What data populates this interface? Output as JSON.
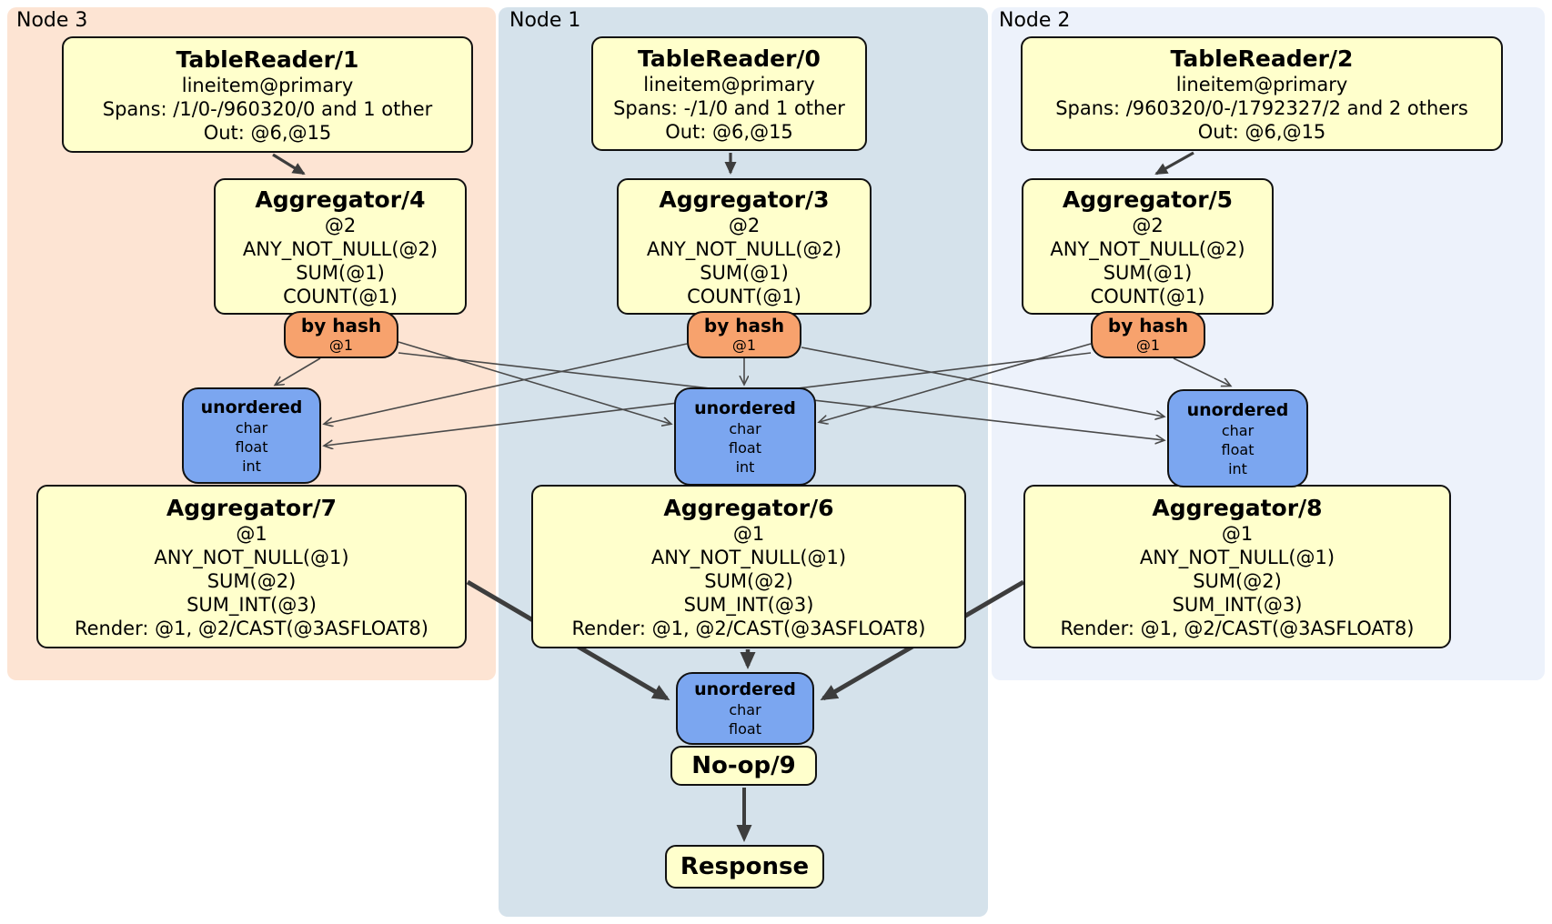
{
  "diagram": {
    "regions": {
      "node3": {
        "label": "Node 3",
        "bg": "#fde4d3"
      },
      "node1": {
        "label": "Node 1",
        "bg": "#d5e2eb"
      },
      "node2": {
        "label": "Node 2",
        "bg": "#edf2fb"
      }
    },
    "procs": {
      "tr1": {
        "title": "TableReader/1",
        "lines": [
          "lineitem@primary",
          "Spans: /1/0-/960320/0 and 1 other",
          "Out: @6,@15"
        ]
      },
      "tr0": {
        "title": "TableReader/0",
        "lines": [
          "lineitem@primary",
          "Spans: -/1/0 and 1 other",
          "Out: @6,@15"
        ]
      },
      "tr2": {
        "title": "TableReader/2",
        "lines": [
          "lineitem@primary",
          "Spans: /960320/0-/1792327/2 and 2 others",
          "Out: @6,@15"
        ]
      },
      "agg4": {
        "title": "Aggregator/4",
        "lines": [
          "@2",
          "ANY_NOT_NULL(@2)",
          "SUM(@1)",
          "COUNT(@1)"
        ]
      },
      "agg3": {
        "title": "Aggregator/3",
        "lines": [
          "@2",
          "ANY_NOT_NULL(@2)",
          "SUM(@1)",
          "COUNT(@1)"
        ]
      },
      "agg5": {
        "title": "Aggregator/5",
        "lines": [
          "@2",
          "ANY_NOT_NULL(@2)",
          "SUM(@1)",
          "COUNT(@1)"
        ]
      },
      "agg7": {
        "title": "Aggregator/7",
        "lines": [
          "@1",
          "ANY_NOT_NULL(@1)",
          "SUM(@2)",
          "SUM_INT(@3)",
          "Render: @1, @2/CAST(@3ASFLOAT8)"
        ]
      },
      "agg6": {
        "title": "Aggregator/6",
        "lines": [
          "@1",
          "ANY_NOT_NULL(@1)",
          "SUM(@2)",
          "SUM_INT(@3)",
          "Render: @1, @2/CAST(@3ASFLOAT8)"
        ]
      },
      "agg8": {
        "title": "Aggregator/8",
        "lines": [
          "@1",
          "ANY_NOT_NULL(@1)",
          "SUM(@2)",
          "SUM_INT(@3)",
          "Render: @1, @2/CAST(@3ASFLOAT8)"
        ]
      },
      "noop": {
        "title": "No-op/9"
      },
      "response": {
        "title": "Response"
      }
    },
    "routers": {
      "r3": {
        "title": "by hash",
        "detail": "@1"
      },
      "r1": {
        "title": "by hash",
        "detail": "@1"
      },
      "r2": {
        "title": "by hash",
        "detail": "@1"
      }
    },
    "syncs": {
      "s3": {
        "title": "unordered",
        "lines": [
          "char",
          "float",
          "int"
        ]
      },
      "s1": {
        "title": "unordered",
        "lines": [
          "char",
          "float",
          "int"
        ]
      },
      "s2": {
        "title": "unordered",
        "lines": [
          "char",
          "float",
          "int"
        ]
      },
      "sc": {
        "title": "unordered",
        "lines": [
          "char",
          "float"
        ]
      }
    },
    "colors": {
      "processor_fill": "#ffffcc",
      "router_fill": "#f7a26d",
      "sync_fill": "#7ba6f0",
      "edge": "#4a4a4a",
      "node3_bg": "#fde4d3",
      "node1_bg": "#d5e2eb",
      "node2_bg": "#edf2fb"
    }
  }
}
